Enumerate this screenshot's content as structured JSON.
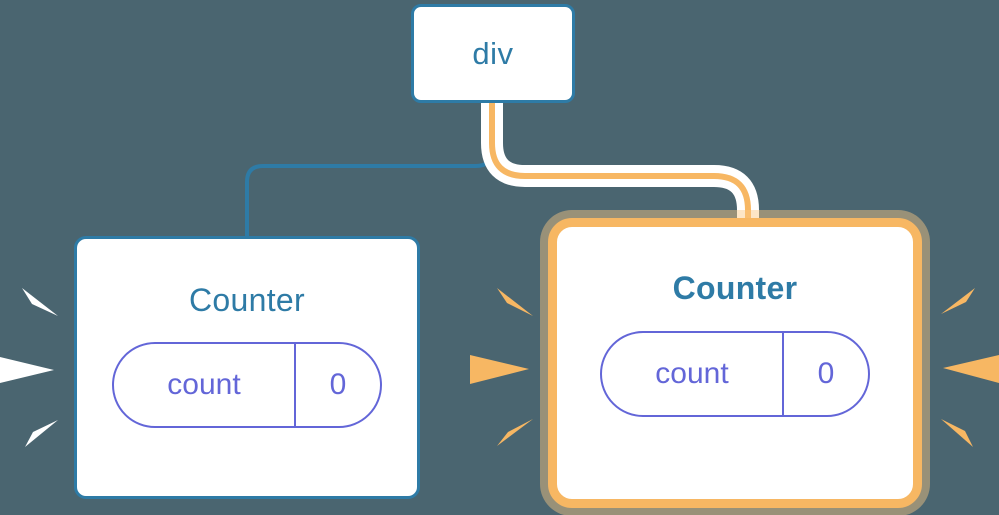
{
  "diagram": {
    "background_color": "#4a6570",
    "nodes": [
      {
        "id": "div",
        "label": "div",
        "border_color": "#2e7ba6",
        "highlighted": false
      },
      {
        "id": "counter-a",
        "label": "Counter",
        "border_color": "#2e7ba6",
        "highlighted": false,
        "state": {
          "key": "count",
          "value": "0"
        }
      },
      {
        "id": "counter-b",
        "label": "Counter",
        "border_color": "#f7b763",
        "highlighted": true,
        "state": {
          "key": "count",
          "value": "0"
        }
      }
    ],
    "edges": [
      {
        "id": "edge-div-to-counter-a",
        "from": "div",
        "to": "counter-a",
        "color": "#2e7ba6",
        "animated": false
      },
      {
        "id": "edge-div-to-counter-b",
        "from": "div",
        "to": "counter-b",
        "color": "#f7b763",
        "animated": true
      }
    ],
    "bursts": [
      {
        "id": "burst-left",
        "color": "#ffffff",
        "side": "left",
        "target": "counter-a"
      },
      {
        "id": "burst-middle",
        "color": "#f7b763",
        "side": "left",
        "target": "counter-b"
      },
      {
        "id": "burst-right",
        "color": "#f7b763",
        "side": "right",
        "target": "counter-b"
      }
    ],
    "colors": {
      "background": "#4a6570",
      "node_border_blue": "#2e7ba6",
      "node_border_highlight": "#f7b763",
      "highlight_glow": "#fac783",
      "text_blue": "#2e7ba6",
      "state_purple": "#6366d8",
      "node_fill": "#ffffff",
      "wire_halo": "#ffffff"
    }
  }
}
